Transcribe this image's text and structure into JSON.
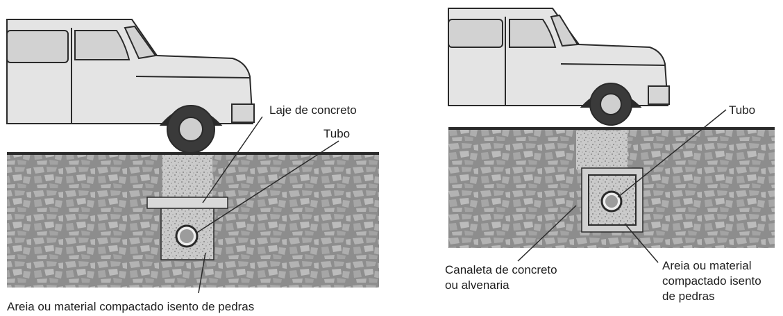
{
  "left_diagram": {
    "label_slab": "Laje de concreto",
    "label_pipe": "Tubo",
    "label_fill": "Areia ou material compactado isento de pedras"
  },
  "right_diagram": {
    "label_pipe": "Tubo",
    "label_channel_line1": "Canaleta de concreto",
    "label_channel_line2": "ou alvenaria",
    "label_fill_line1": "Areia ou material",
    "label_fill_line2": "compactado isento",
    "label_fill_line3": "de pedras"
  },
  "colors": {
    "soil": "#8d8d8d",
    "stone": "#b3b3b3",
    "sand": "#c9c9c9",
    "concrete": "#d9d9d9",
    "road": "#2b2b2b",
    "truck_body": "#e4e4e4",
    "outline": "#2a2a2a"
  }
}
